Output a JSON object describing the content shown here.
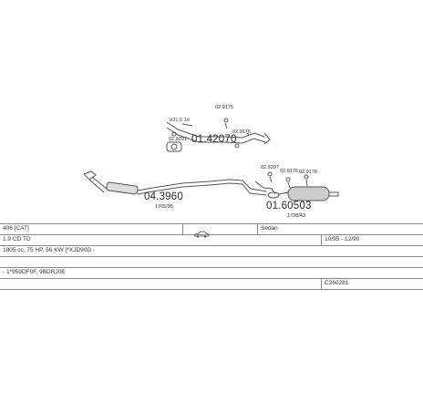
{
  "parts": {
    "upper_left_ref": "02.9175",
    "upper_dim": "ø31.5 1d",
    "upper_part_no": "01.42070",
    "upper_bracket_ref": "02.9176",
    "clamp_ref": "02.9291",
    "front_part_no": "04.3960",
    "front_length": "1765/95",
    "rear_ref_a": "02.9297",
    "rear_ref_b": "02.9176",
    "rear_ref_c": "02.9178",
    "rear_part_no": "01.60503",
    "rear_length": "1728/43"
  },
  "info": {
    "model": "406 [CAT]",
    "body_type": "Sedan",
    "engine": "1.9 CD TD",
    "years": "10/95 - 12/90",
    "spec": "1905 cc, 75 HP, 56 KW [*XJD90D -",
    "engine_codes": "- 1*959DF0F, 9BDRJ0E",
    "catalogue_no": "C260281"
  },
  "icons": {
    "car": "sedan-car-icon"
  }
}
